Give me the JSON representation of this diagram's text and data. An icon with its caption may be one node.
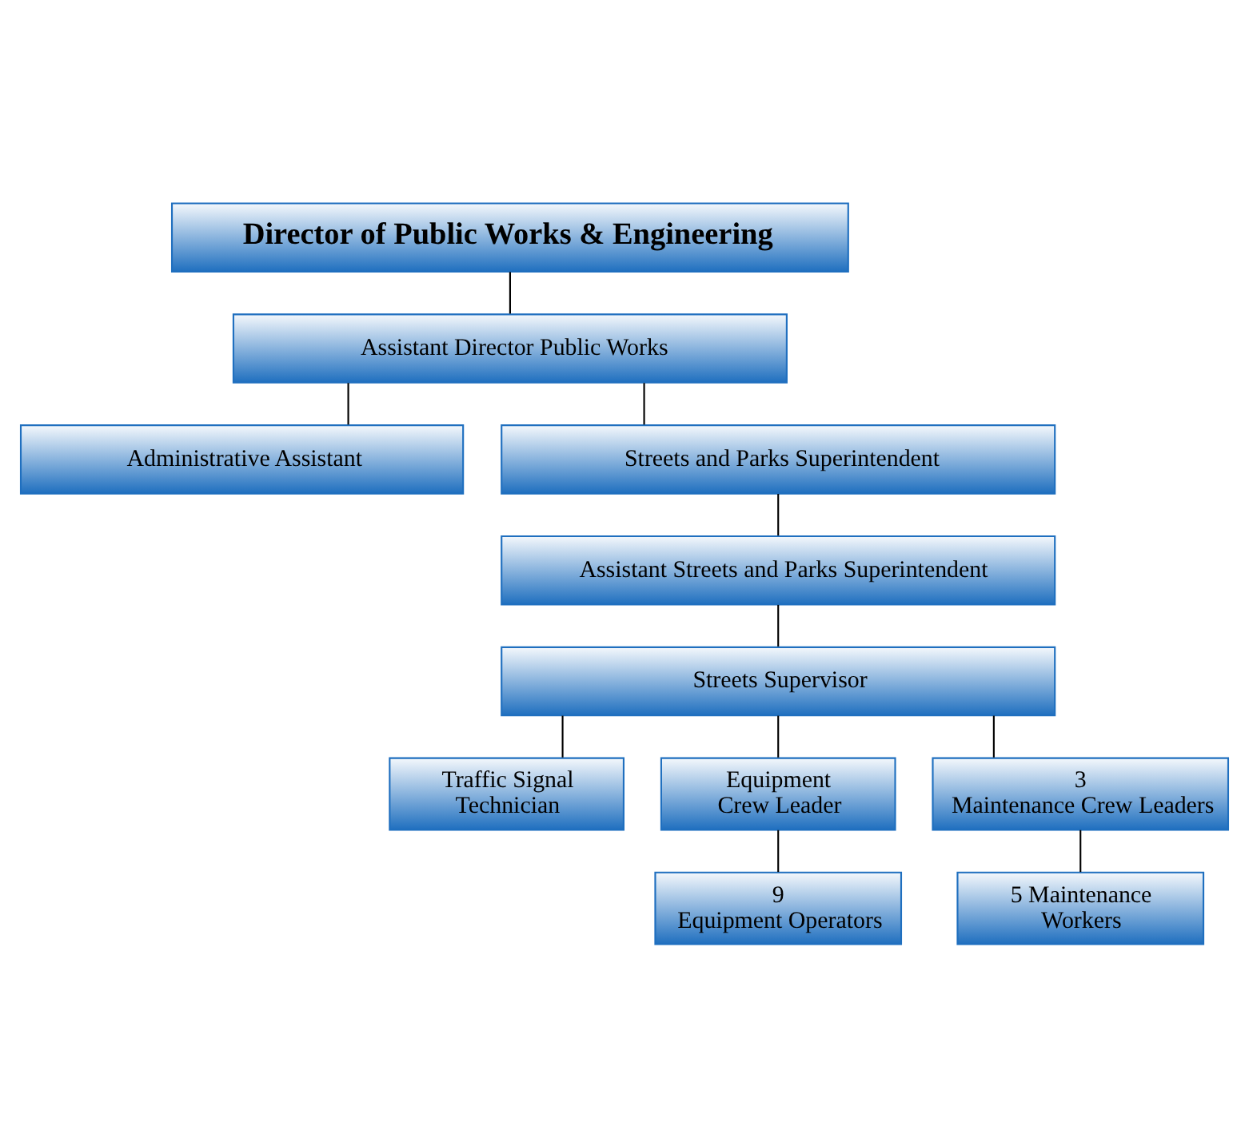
{
  "diagram": {
    "nodes": [
      {
        "text": [
          "Director of Public Works & Engineering"
        ]
      },
      {
        "text": [
          "Assistant Director Public Works"
        ]
      },
      {
        "text": [
          "Administrative Assistant"
        ]
      },
      {
        "text": [
          "Streets and Parks Superintendent"
        ]
      },
      {
        "text": [
          "Assistant Streets and Parks Superintendent"
        ]
      },
      {
        "text": [
          "Streets Supervisor"
        ]
      },
      {
        "text": [
          "Traffic Signal Technician"
        ]
      },
      {
        "text": [
          "Equipment Crew Leader"
        ]
      },
      {
        "text": [
          "3 Maintenance Crew Leaders"
        ]
      },
      {
        "text": [
          "9 Equipment Operators"
        ]
      },
      {
        "text": [
          "5 Maintenance Workers"
        ]
      }
    ],
    "edges": [
      {
        "from": 0,
        "to": 1,
        "arrow": "none"
      },
      {
        "from": 1,
        "to": 2,
        "arrow": "none"
      },
      {
        "from": 1,
        "to": 3,
        "arrow": "none"
      },
      {
        "from": 3,
        "to": 4,
        "arrow": "none"
      },
      {
        "from": 4,
        "to": 5,
        "arrow": "none"
      },
      {
        "from": 5,
        "to": 6,
        "arrow": "none"
      },
      {
        "from": 5,
        "to": 7,
        "arrow": "none"
      },
      {
        "from": 5,
        "to": 8,
        "arrow": "none"
      },
      {
        "from": 7,
        "to": 9,
        "arrow": "none"
      },
      {
        "from": 8,
        "to": 10,
        "arrow": "none"
      }
    ]
  }
}
